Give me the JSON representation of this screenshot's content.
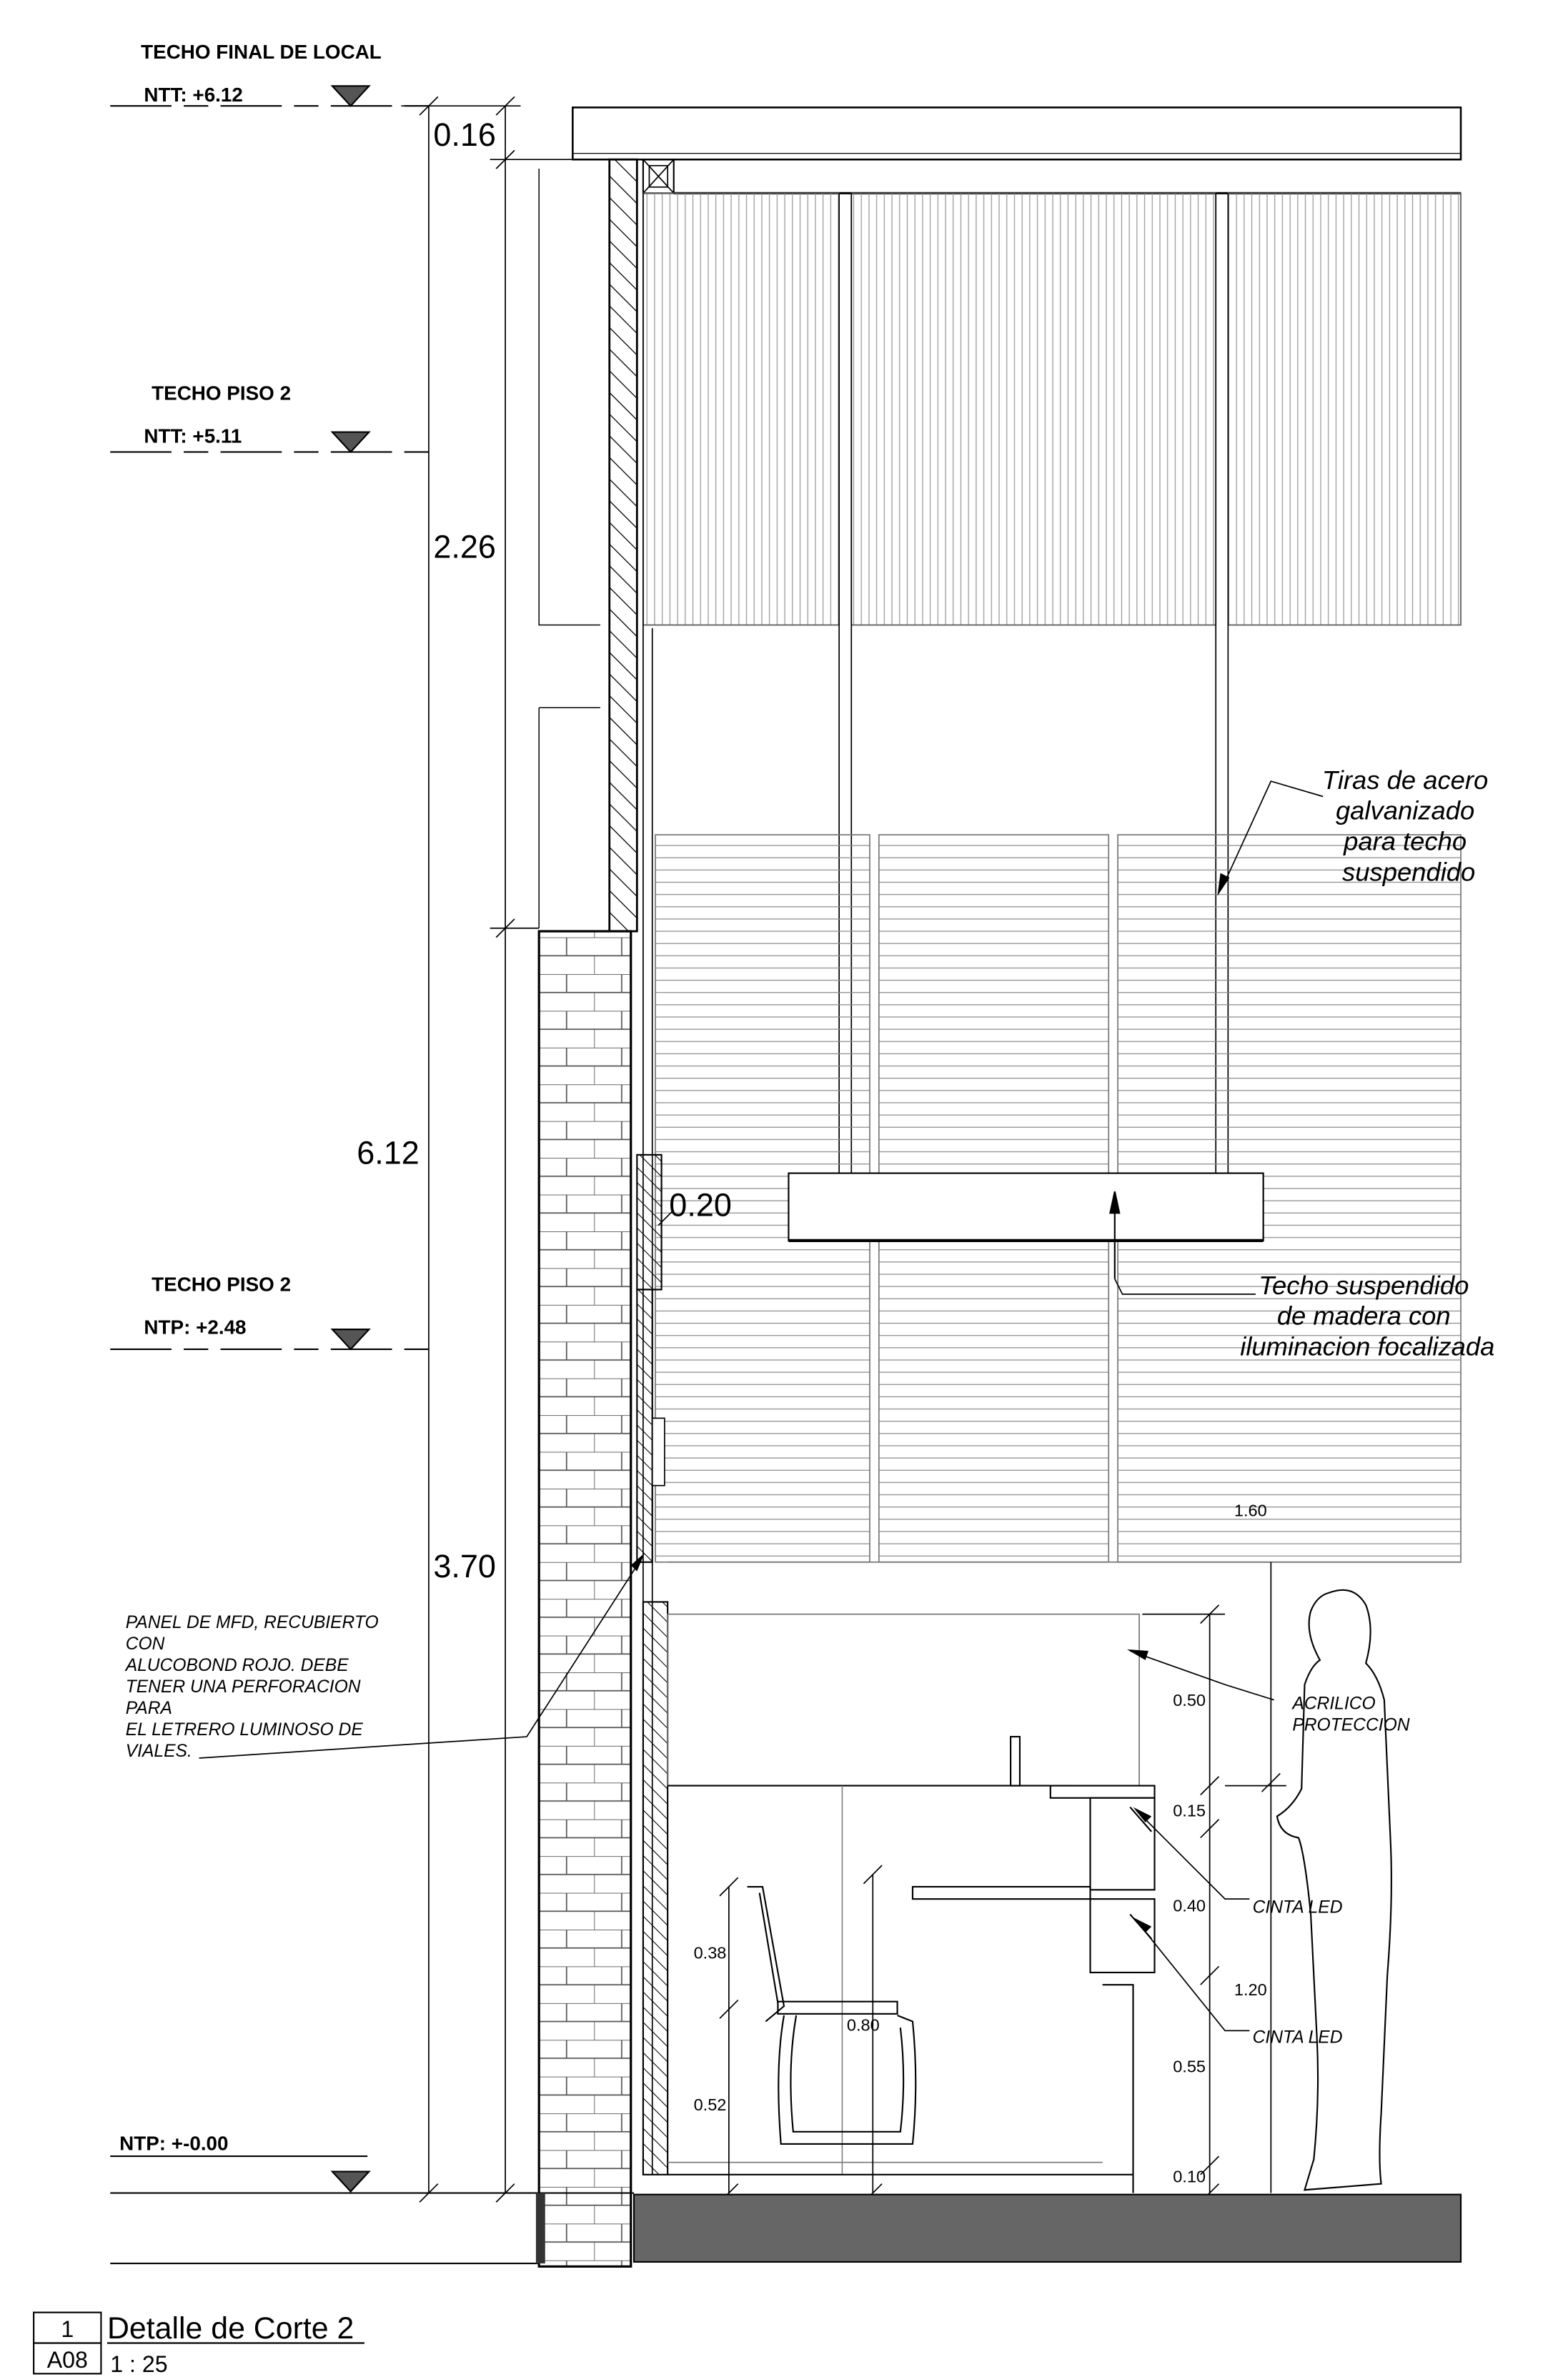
{
  "levels": [
    {
      "title": "TECHO FINAL DE LOCAL",
      "value": "NTT: +6.12"
    },
    {
      "title": "TECHO PISO 2",
      "value": "NTT: +5.11"
    },
    {
      "title": "TECHO PISO 2",
      "value": "NTP: +2.48"
    },
    {
      "title": "",
      "value": "NTP: +-0.00"
    }
  ],
  "dimensions": {
    "total": "6.12",
    "upper": "2.26",
    "top": "0.16",
    "lower": "3.70",
    "panel": "0.20",
    "h_160": "1.60",
    "h_050": "0.50",
    "h_015": "0.15",
    "h_040": "0.40",
    "h_120": "1.20",
    "h_055": "0.55",
    "h_010": "0.10",
    "chair_038": "0.38",
    "chair_080": "0.80",
    "chair_052": "0.52"
  },
  "notes": {
    "steel_strips": [
      "Tiras de acero",
      "galvanizado",
      "para techo",
      "suspendido"
    ],
    "suspended_ceiling": [
      "Techo suspendido",
      "de madera con",
      "iluminacion focalizada"
    ],
    "panel_mfd": [
      "PANEL DE MFD, RECUBIERTO",
      "CON",
      "ALUCOBOND ROJO. DEBE",
      "TENER UNA PERFORACION",
      "PARA",
      "EL LETRERO LUMINOSO DE",
      "VIALES."
    ],
    "acrylic": [
      "ACRILICO",
      "PROTECCION"
    ],
    "led_1": "CINTA LED",
    "led_2": "CINTA LED"
  },
  "title_block": {
    "number": "1",
    "sheet": "A08",
    "title": "Detalle de Corte 2",
    "scale": "1 : 25"
  }
}
